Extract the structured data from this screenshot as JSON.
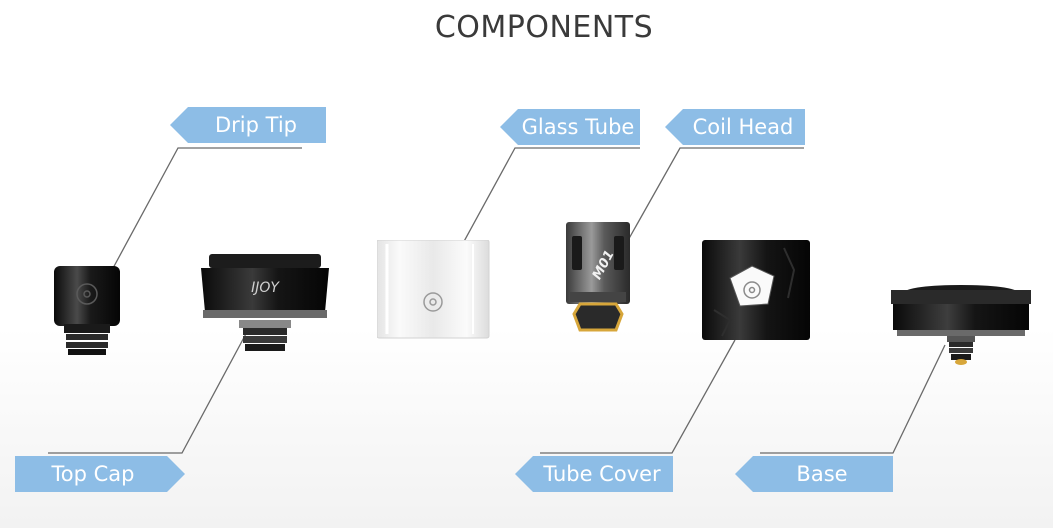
{
  "title": "COMPONENTS",
  "brand_mark": "IJOY",
  "coil_mark": "M01",
  "labels": {
    "drip_tip": "Drip Tip",
    "glass_tube": "Glass Tube",
    "coil_head": "Coil Head",
    "top_cap": "Top Cap",
    "tube_cover": "Tube Cover",
    "base": "Base"
  },
  "colors": {
    "label_bg": "#8dbde6",
    "label_text": "#ffffff",
    "leader_line": "#6a6a6a",
    "title_text": "#3a3a3a",
    "gold_accent": "#d7a63a"
  }
}
